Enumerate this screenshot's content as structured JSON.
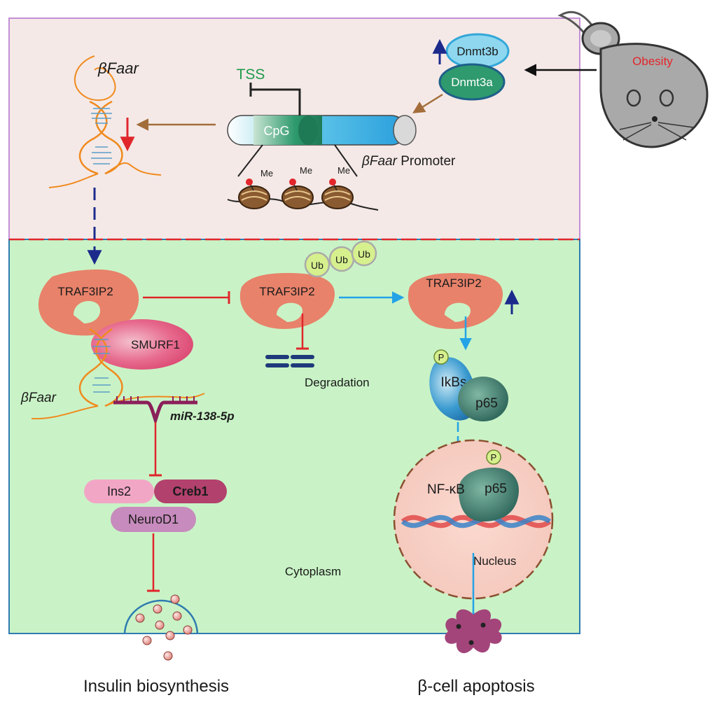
{
  "labels": {
    "tss": "TSS",
    "cpg": "CpG",
    "me": "Me",
    "promoter_italic": "βFaar",
    "promoter_suffix": " Promoter",
    "bfaar_top": "βFaar",
    "bfaar_bottom": "βFaar",
    "dnmt3b": "Dnmt3b",
    "dnmt3a": "Dnmt3a",
    "obesity": "Obesity",
    "traf3ip2": "TRAF3IP2",
    "smurf1": "SMURF1",
    "ub": "Ub",
    "degradation": "Degradation",
    "mirna": "miR-138-5p",
    "ins2": "Ins2",
    "creb1": "Creb1",
    "neurod1": "NeuroD1",
    "p": "P",
    "ikbs": "IkBs",
    "p65": "p65",
    "nfkb": "NF-κB",
    "nucleus": "Nucleus",
    "cytoplasm": "Cytoplasm",
    "insulin_biosynthesis": "Insulin biosynthesis",
    "beta_cell_apoptosis": "β-cell apoptosis"
  },
  "colors": {
    "nucleus_region": "#f4e9e7",
    "cytoplasm_region": "#c9f3c6",
    "traf_body": "#e8826a",
    "smurf1": "#e9557a",
    "ub_fill": "#d6f08e",
    "inhibit_red": "#e0262b",
    "flow_blue": "#23a3e6",
    "dark_blue_arrow": "#1c2a8c",
    "brown_arrow": "#a36d3a",
    "rna_orange": "#f08a1e",
    "obesity_text": "#e3262b"
  }
}
